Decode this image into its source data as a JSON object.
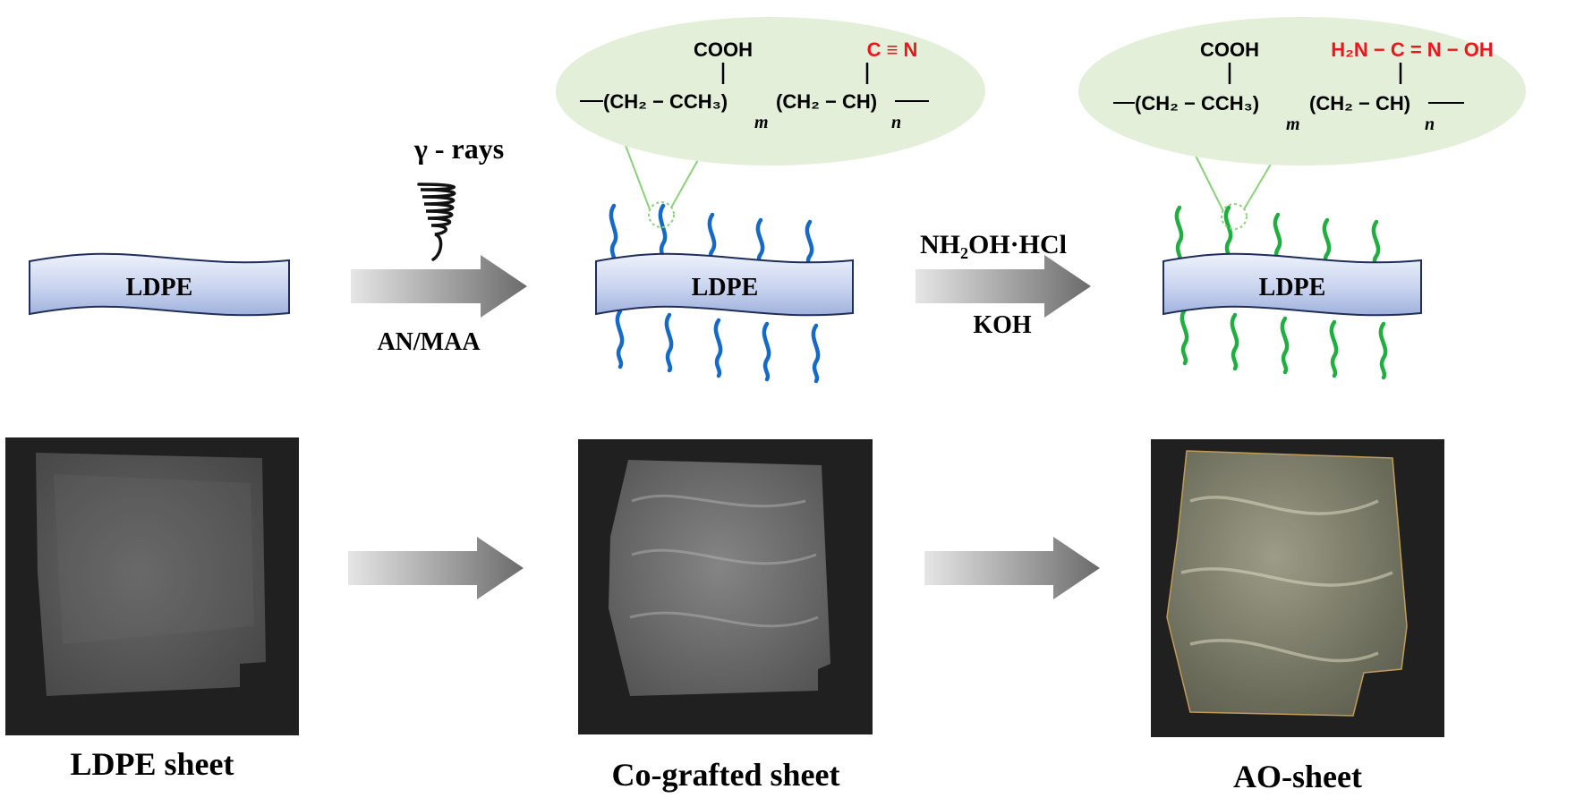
{
  "sheet_label": "LDPE",
  "step1": {
    "irradiation": "γ - rays",
    "monomers": "AN/MAA"
  },
  "step2": {
    "reagent_top": "NH₂OH·HCl",
    "reagent_bottom": "KOH"
  },
  "structure1": {
    "side_group_left": "COOH",
    "side_group_right": "C ≡ N",
    "backbone_a": "(CH₂ − CCH₃)",
    "sub_m": "m",
    "backbone_b": "(CH₂ − CH)",
    "sub_n": "n"
  },
  "structure2": {
    "side_group_left": "COOH",
    "side_group_right": "H₂N − C = N − OH",
    "backbone_a": "(CH₂ − CCH₃)",
    "sub_m": "m",
    "backbone_b": "(CH₂ − CH)",
    "sub_n": "n"
  },
  "captions": {
    "photo1": "LDPE sheet",
    "photo2": "Co-grafted sheet",
    "photo3": "AO-sheet"
  },
  "colors": {
    "film_fill_light": "#e6ecf9",
    "film_fill_dark": "#a9b9e0",
    "film_stroke": "#1f2e5a",
    "chain_blue": "#1569c7",
    "chain_green": "#1fae3f",
    "bubble_fill": "#e4efd9",
    "accent_red": "#e8181c",
    "photo_bg": "#202020"
  }
}
